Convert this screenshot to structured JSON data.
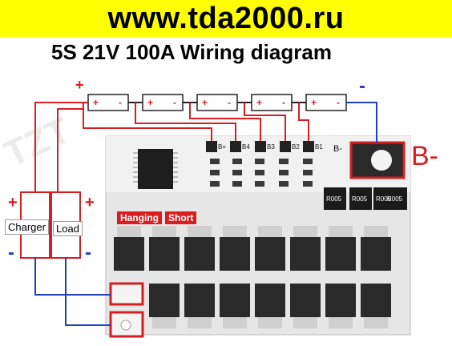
{
  "banner": {
    "text": "www.tda2000.ru",
    "color": "#ffff00"
  },
  "title": "5S 21V 100A Wiring diagram",
  "watermark": "TZT",
  "labels": {
    "charger": "Charger",
    "load": "Load",
    "hanging": "Hanging",
    "short": "Short",
    "b_minus_big": "B-",
    "b_minus_small": "B-",
    "battery_plus": "+",
    "battery_minus": "-",
    "cell_plus": "+",
    "cell_minus": "-",
    "charger_plus": "+",
    "charger_minus": "-",
    "load_plus": "+",
    "load_minus": "-"
  },
  "pad_labels": [
    "B+",
    "B4",
    "B3",
    "B2",
    "B1"
  ],
  "resistor_codes": [
    "R005",
    "R005",
    "R005",
    "R005"
  ],
  "colors": {
    "wire_red": "#d81e1e",
    "wire_blue": "#1f3fbf",
    "pcb": "#e6e6e6",
    "mosfet": "#2a2a2a"
  }
}
